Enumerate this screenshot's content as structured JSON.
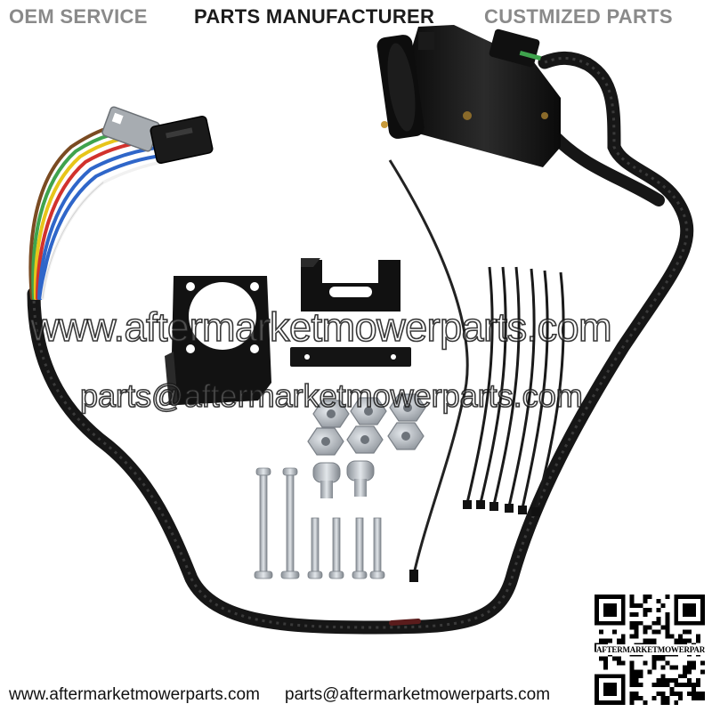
{
  "banner": {
    "left": "OEM SERVICE",
    "center": "PARTS MANUFACTURER",
    "right": "CUSTMIZED PARTS"
  },
  "watermark": {
    "site": "www.aftermarketmowerparts.com",
    "email": "parts@aftermarketmowerparts.com"
  },
  "footer": {
    "site": "www.aftermarketmowerparts.com",
    "email": "parts@aftermarketmowerparts.com"
  },
  "qr": {
    "label": "AFTERMARKETMOWERPARTS"
  },
  "colors": {
    "banner_gray": "#8a8a8a",
    "banner_dark": "#1c1c1c",
    "cable": "#1a1a1a",
    "wire_green": "#3fa34d",
    "wire_yellow": "#e7c51a",
    "wire_red": "#d2322d",
    "wire_blue": "#2f66c9",
    "wire_white": "#f1f1f1",
    "wire_brown": "#7a4b22",
    "hardware": "#b7bcc2"
  },
  "icons": [
    "trailer-plug-icon",
    "wiring-harness-icon",
    "mounting-bracket-icon",
    "cable-tie-icon",
    "hex-nut-icon",
    "screw-icon",
    "qr-code-icon"
  ]
}
